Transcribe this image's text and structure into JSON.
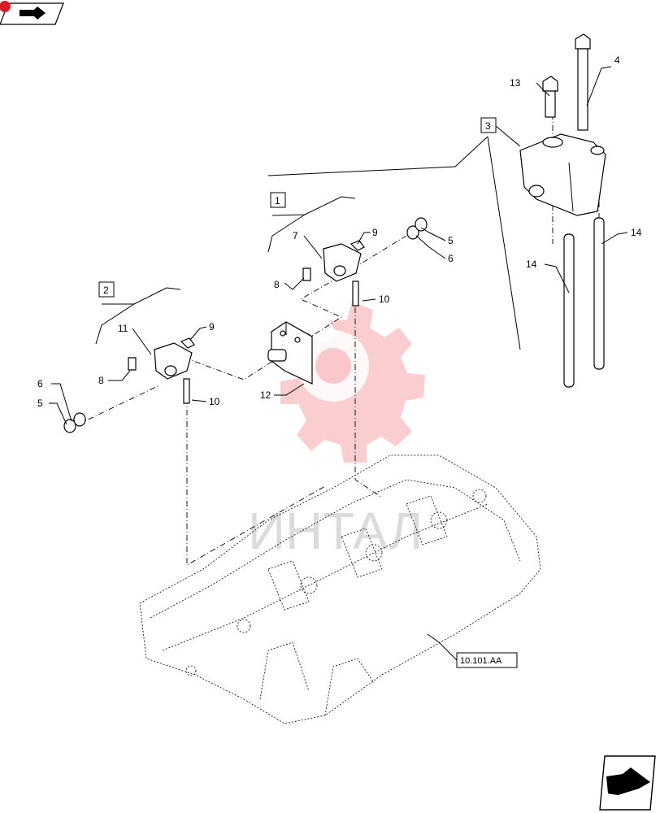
{
  "watermark": {
    "text": "ИНТАЛ",
    "color": "#e8202a"
  },
  "nav": {
    "top_icon": "book-arrow-icon",
    "bottom_icon": "next-page-arrow-icon"
  },
  "assemblies": {
    "a1": "1",
    "a2": "2",
    "a3": "3"
  },
  "callouts": {
    "c4": "4",
    "c13": "13",
    "c14a": "14",
    "c14b": "14",
    "c9a": "9",
    "c7": "7",
    "c8a": "8",
    "c5a": "5",
    "c6a": "6",
    "c10a": "10",
    "c11": "11",
    "c9b": "9",
    "c8b": "8",
    "c6b": "6",
    "c5b": "5",
    "c10b": "10",
    "c12": "12"
  },
  "reference": "10.101.AA"
}
